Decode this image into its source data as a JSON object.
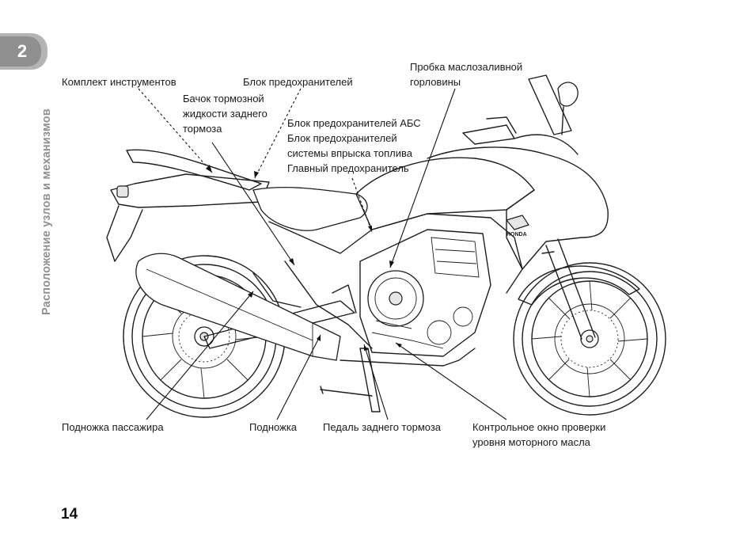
{
  "chapter": {
    "number": "2",
    "title": "Расположение узлов и механизмов"
  },
  "page_number": "14",
  "labels": {
    "instrument_panel": "Комплект инструментов",
    "fuse_box": "Блок предохранителей",
    "rear_brake_reservoir": [
      "Бачок тормозной",
      "жидкости заднего",
      "тормоза"
    ],
    "oil_filler_cap": [
      "Пробка маслозаливной",
      "горловины"
    ],
    "abs_fuses": [
      "Блок предохранителей АБС",
      "Блок предохранителей",
      "системы впрыска топлива",
      "Главный предохранитель"
    ],
    "passenger_footpeg": "Подножка пассажира",
    "sidestand": "Подножка",
    "rear_brake_pedal": "Педаль заднего тормоза",
    "oil_check_window": [
      "Контрольное окно проверки",
      "уровня моторного масла"
    ]
  },
  "brand_mark": "HONDA"
}
